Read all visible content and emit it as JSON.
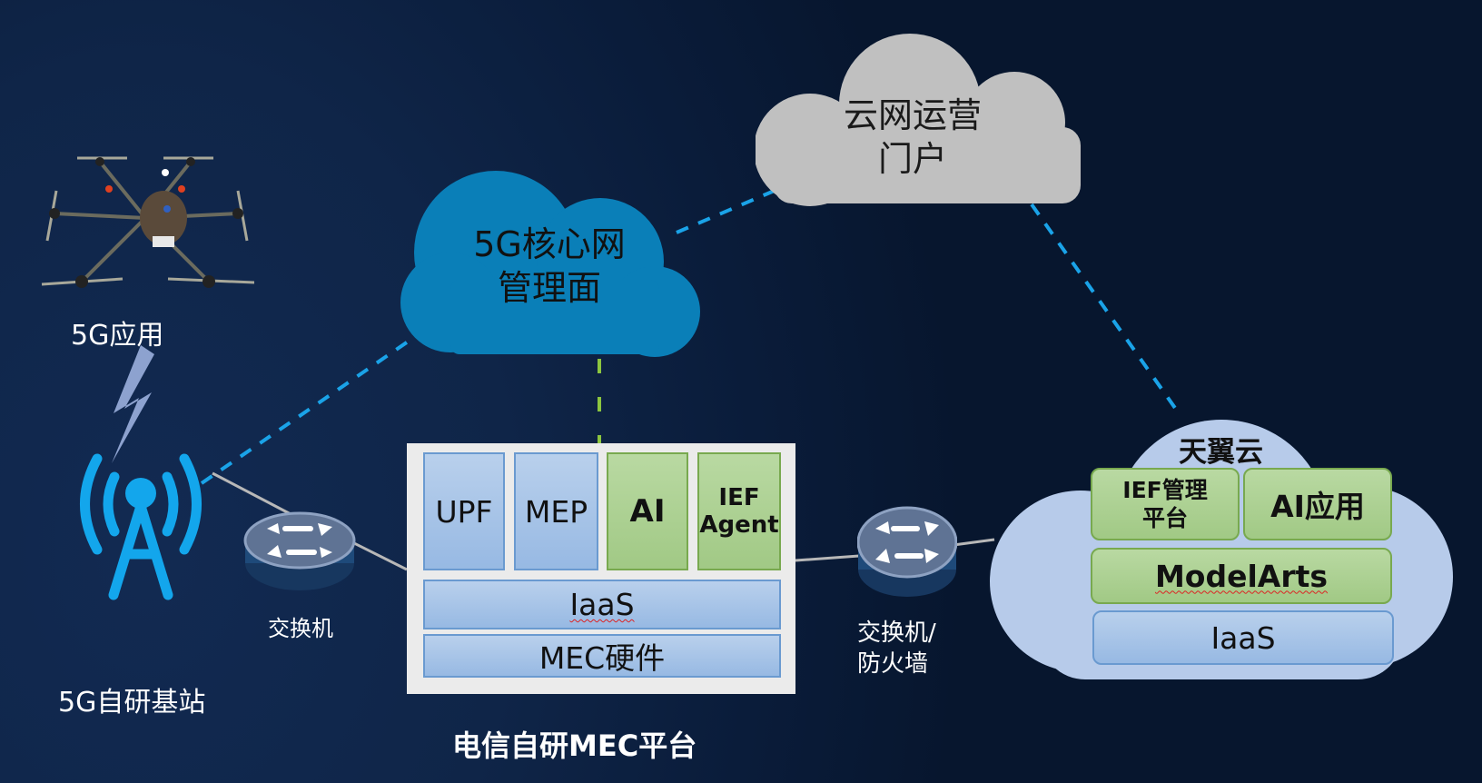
{
  "colors": {
    "background": "#0f2548",
    "dashed_blue": "#1aa3e8",
    "dashed_green": "#8cc63f",
    "solid_line": "#b8b8b8",
    "core_cloud": "#0a7fb8",
    "portal_cloud": "#c0c0c0",
    "tianyi_cloud": "#b7cbea",
    "tower": "#13a6ec"
  },
  "nodes": {
    "drone": {
      "label": "5G应用",
      "icon": "drone-icon"
    },
    "lightning": {
      "icon": "lightning-icon"
    },
    "base_station": {
      "label": "5G自研基站",
      "icon": "antenna-tower-icon"
    },
    "switch_left": {
      "label": "交换机",
      "icon": "switch-icon"
    },
    "switch_right": {
      "label_line1": "交换机/",
      "label_line2": "防火墙",
      "icon": "switch-icon"
    },
    "core_cloud": {
      "line1": "5G核心网",
      "line2": "管理面"
    },
    "portal_cloud": {
      "line1": "云网运营",
      "line2": "门户"
    }
  },
  "mec_platform": {
    "title": "电信自研MEC平台",
    "top_cells": [
      {
        "label": "UPF",
        "style": "blue"
      },
      {
        "label": "MEP",
        "style": "blue"
      },
      {
        "label": "AI",
        "style": "green"
      },
      {
        "label_line1": "IEF",
        "label_line2": "Agent",
        "style": "green"
      }
    ],
    "iaas": "IaaS",
    "hardware": "MEC硬件"
  },
  "tianyi_cloud": {
    "title": "天翼云",
    "ief_line1": "IEF管理",
    "ief_line2": "平台",
    "ai_app": "AI应用",
    "modelarts": "ModelArts",
    "iaas": "IaaS"
  }
}
